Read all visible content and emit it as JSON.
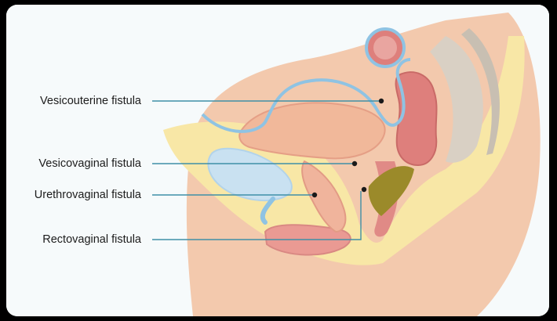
{
  "labels": {
    "vesicouterine": "Vesicouterine fistula",
    "vesicovaginal": "Vesicovaginal fistula",
    "urethrovaginal": "Urethrovaginal fistula",
    "rectovaginal": "Rectovaginal fistula"
  },
  "colors": {
    "background": "#f6fafb",
    "skin": "#f3c9ad",
    "fat": "#f8e7a6",
    "bladder": "#c9e1f1",
    "peritoneum": "#8fc3e3",
    "organ": "#ea9a93",
    "bowel": "#de7f7c",
    "leader_line": "#3f8fa7",
    "marker": "#1a1a1a"
  }
}
